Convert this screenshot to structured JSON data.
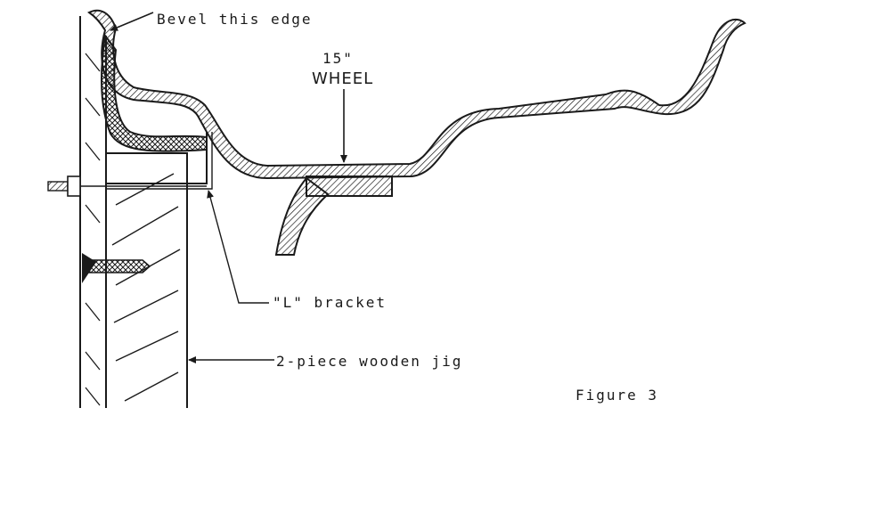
{
  "labels": {
    "bevel": "Bevel this edge",
    "size": "15\"",
    "wheel": "WHEEL",
    "bracket": "\"L\" bracket",
    "jig": "2-piece wooden jig",
    "figure": "Figure 3"
  },
  "colors": {
    "ink": "#1a1a1a",
    "background": "#ffffff"
  }
}
